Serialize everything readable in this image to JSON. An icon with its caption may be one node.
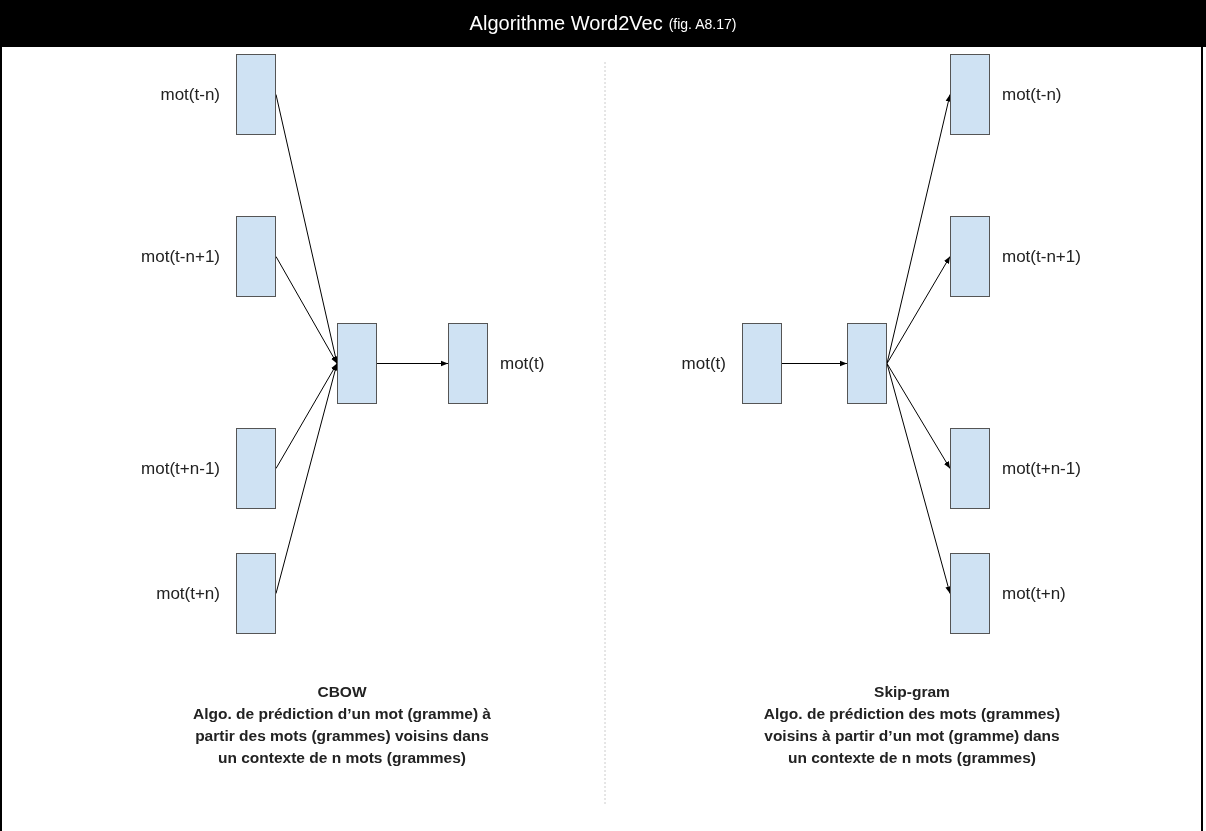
{
  "diagram": {
    "title": "Algorithme Word2Vec",
    "nodes": [
      {
        "text": [],
        "shape": "box",
        "beside": [
          "mot(t-n)"
        ]
      },
      {
        "text": [],
        "shape": "box",
        "beside": [
          "mot(t-n+1)"
        ]
      },
      {
        "text": [],
        "shape": "box",
        "beside": [
          "mot(t+n-1)"
        ]
      },
      {
        "text": [],
        "shape": "box",
        "beside": [
          "mot(t+n)"
        ]
      },
      {
        "text": [],
        "shape": "box"
      },
      {
        "text": [],
        "shape": "box",
        "beside": [
          "mot(t)"
        ]
      },
      {
        "text": [],
        "shape": "box",
        "beside": [
          "mot(t)"
        ]
      },
      {
        "text": [],
        "shape": "box"
      },
      {
        "text": [],
        "shape": "box",
        "beside": [
          "mot(t-n)"
        ]
      },
      {
        "text": [],
        "shape": "box",
        "beside": [
          "mot(t-n+1)"
        ]
      },
      {
        "text": [],
        "shape": "box",
        "beside": [
          "mot(t+n-1)"
        ]
      },
      {
        "text": [],
        "shape": "box",
        "beside": [
          "mot(t+n)"
        ]
      }
    ],
    "edges": [
      {
        "from": 0,
        "to": 4,
        "arrow": "to"
      },
      {
        "from": 1,
        "to": 4,
        "arrow": "to"
      },
      {
        "from": 2,
        "to": 4,
        "arrow": "to"
      },
      {
        "from": 3,
        "to": 4,
        "arrow": "to"
      },
      {
        "from": 4,
        "to": 5,
        "arrow": "to"
      },
      {
        "from": 6,
        "to": 7,
        "arrow": "to"
      },
      {
        "from": 7,
        "to": 8,
        "arrow": "to"
      },
      {
        "from": 7,
        "to": 9,
        "arrow": "to"
      },
      {
        "from": 7,
        "to": 10,
        "arrow": "to"
      },
      {
        "from": 7,
        "to": 11,
        "arrow": "to"
      }
    ],
    "labels": [
      "(fig. A8.17)",
      "CBOW",
      "Algo. de prédiction d’un mot (gramme) à partir des mots (grammes) voisins dans un contexte de n mots (grammes)",
      "Skip-gram",
      "Algo. de prédiction des mots (grammes) voisins à partir d’un mot (gramme) dans un contexte de n mots (grammes)"
    ]
  }
}
